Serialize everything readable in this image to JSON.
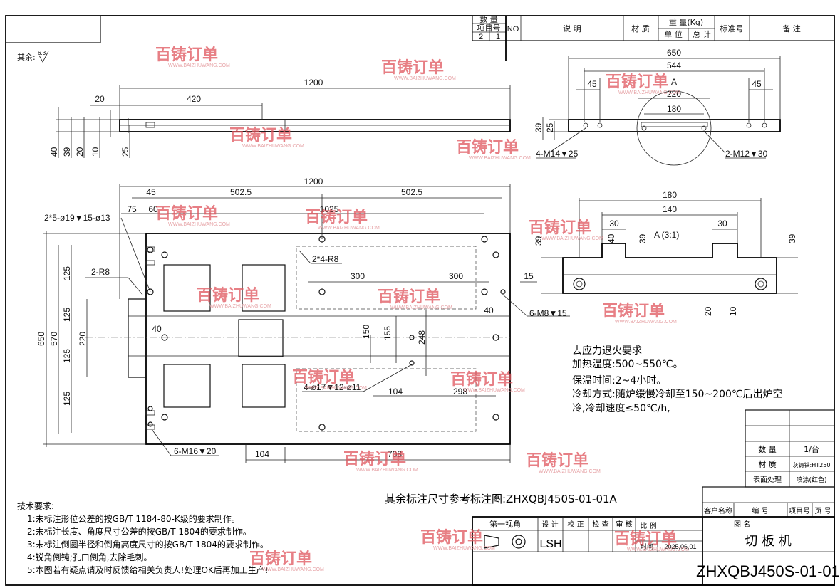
{
  "header": {
    "qty_label": "数 量",
    "item_no_label": "项目号",
    "qty_values": [
      "2",
      "1"
    ],
    "no_label": "NO",
    "desc_label": "说 明",
    "material_label": "材 质",
    "weight_label": "重 量(Kg)",
    "unit_label": "单 位",
    "total_label": "总 计",
    "standard_label": "标准号",
    "remark_label": "备 注"
  },
  "surface_note": "其余:",
  "surface_value": "6.3",
  "top_view": {
    "dims": [
      "1200",
      "420",
      "20",
      "40",
      "39",
      "20",
      "10",
      "25"
    ]
  },
  "right_top_view": {
    "dims": [
      "650",
      "544",
      "45",
      "45",
      "220",
      "180",
      "39",
      "25"
    ],
    "label_a": "A",
    "callout_left": "4-M14▼25",
    "callout_right": "2-M12▼30"
  },
  "detail_a": {
    "dims": [
      "180",
      "140",
      "30",
      "30",
      "40",
      "39",
      "39",
      "39",
      "20",
      "10"
    ],
    "label": "A (3:1)"
  },
  "main_view": {
    "dims_top": [
      "1200",
      "45",
      "502.5",
      "502.5",
      "75",
      "60",
      "1025"
    ],
    "dims_left": [
      "650",
      "570",
      "125",
      "125",
      "220",
      "125",
      "125"
    ],
    "dims_inner": [
      "300",
      "300",
      "15",
      "40",
      "40",
      "150",
      "155",
      "248",
      "104",
      "298",
      "104",
      "708"
    ],
    "callouts": [
      "2*5-ø19▼15-ø13",
      "2-R8",
      "2*4-R8",
      "6-M8▼15",
      "4-ø17▼12-ø11",
      "6-M16▼20"
    ]
  },
  "annealing": {
    "title": "去应力退火要求",
    "lines": [
      "加热温度:500~550℃。",
      "保温时间:2~4小时。",
      "冷却方式:随炉缓慢冷却至150~200℃后出炉空",
      "冷,冷却速度≤50℃/h,"
    ]
  },
  "reference_note": "其余标注尺寸参考标注图:ZHXQBJ450S-01-01A",
  "tech": {
    "title": "技术要求:",
    "items": [
      "1:未标注形位公差的按GB/T 1184-80-K级的要求制作。",
      "2:未标注长度、角度尺寸公差的按GB/T 1804的要求制作。",
      "3:未标注倒圆半径和倒角高度尺寸的按GB/T 1804的要求制作。",
      "4:锐角倒钝;孔口倒角,去除毛刺。",
      "5:本图若有疑点请及时反馈给相关负责人!处理OK后再加工生产!"
    ]
  },
  "title_block": {
    "qty_label": "数 量",
    "qty_value": "1/台",
    "material_label": "材 质",
    "material_value": "灰铸铁:HT250",
    "surface_label": "表面处理",
    "surface_value": "喷涂(红色)",
    "customer_label": "客户名称",
    "number_label": "编 号",
    "item_label": "项目号",
    "page_label": "页 号",
    "drawing_name_label": "图 名",
    "first_angle": "第一视角",
    "design": "设 计",
    "proof": "校 正",
    "check": "检 查",
    "review": "审 核",
    "scale": "比 例",
    "designer": "LSH",
    "time_label": "时间",
    "date": "2025,06,01",
    "drawing_name": "切 板 机",
    "drawing_no": "ZHXQBJ450S-01-01"
  },
  "watermark": {
    "logo": "百铸订单",
    "url": "WWW.BAIZHUWANG.COM"
  }
}
